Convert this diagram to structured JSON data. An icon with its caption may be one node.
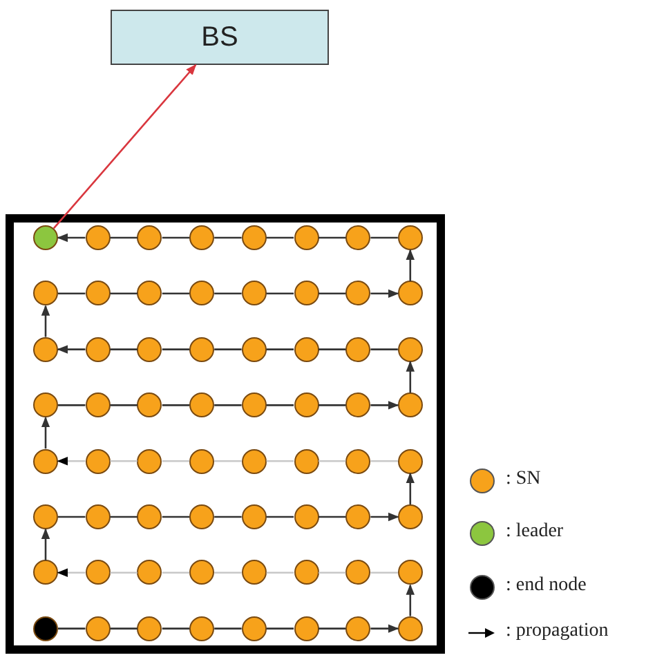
{
  "diagram": {
    "nodes": [
      {
        "text": [
          "BS"
        ]
      },
      {
        "text": [],
        "shape": "box"
      },
      {
        "text": [],
        "shape": "circle",
        "in": 1
      },
      {
        "text": [],
        "shape": "circle",
        "in": 1
      },
      {
        "text": [],
        "shape": "circle",
        "in": 1
      },
      {
        "text": [],
        "shape": "circle",
        "in": 1
      },
      {
        "text": [],
        "shape": "circle",
        "in": 1
      },
      {
        "text": [],
        "shape": "circle",
        "in": 1
      },
      {
        "text": [],
        "shape": "circle",
        "in": 1
      },
      {
        "text": [],
        "shape": "circle",
        "in": 1
      },
      {
        "text": [],
        "shape": "circle",
        "in": 1
      },
      {
        "text": [],
        "shape": "circle",
        "in": 1
      },
      {
        "text": [],
        "shape": "circle",
        "in": 1
      },
      {
        "text": [],
        "shape": "circle",
        "in": 1
      },
      {
        "text": [],
        "shape": "circle",
        "in": 1
      },
      {
        "text": [],
        "shape": "circle",
        "in": 1
      },
      {
        "text": [],
        "shape": "circle",
        "in": 1
      },
      {
        "text": [],
        "shape": "circle",
        "in": 1
      },
      {
        "text": [],
        "shape": "circle",
        "in": 1
      },
      {
        "text": [],
        "shape": "circle",
        "in": 1
      },
      {
        "text": [],
        "shape": "circle",
        "in": 1
      },
      {
        "text": [],
        "shape": "circle",
        "in": 1
      },
      {
        "text": [],
        "shape": "circle",
        "in": 1
      },
      {
        "text": [],
        "shape": "circle",
        "in": 1
      },
      {
        "text": [],
        "shape": "circle",
        "in": 1
      },
      {
        "text": [],
        "shape": "circle",
        "in": 1
      },
      {
        "text": [],
        "shape": "circle",
        "in": 1
      },
      {
        "text": [],
        "shape": "circle",
        "in": 1
      },
      {
        "text": [],
        "shape": "circle",
        "in": 1
      },
      {
        "text": [],
        "shape": "circle",
        "in": 1
      },
      {
        "text": [],
        "shape": "circle",
        "in": 1
      },
      {
        "text": [],
        "shape": "circle",
        "in": 1
      },
      {
        "text": [],
        "shape": "circle",
        "in": 1
      },
      {
        "text": [],
        "shape": "circle",
        "in": 1
      },
      {
        "text": [],
        "shape": "circle",
        "in": 1
      },
      {
        "text": [],
        "shape": "circle",
        "in": 1
      },
      {
        "text": [],
        "shape": "circle",
        "in": 1
      },
      {
        "text": [],
        "shape": "circle",
        "in": 1
      },
      {
        "text": [],
        "shape": "circle",
        "in": 1
      },
      {
        "text": [],
        "shape": "circle",
        "in": 1
      },
      {
        "text": [],
        "shape": "circle",
        "in": 1
      },
      {
        "text": [],
        "shape": "circle",
        "in": 1
      },
      {
        "text": [],
        "shape": "circle",
        "in": 1
      },
      {
        "text": [],
        "shape": "circle",
        "in": 1
      },
      {
        "text": [],
        "shape": "circle",
        "in": 1
      },
      {
        "text": [],
        "shape": "circle",
        "in": 1
      },
      {
        "text": [],
        "shape": "circle",
        "in": 1
      },
      {
        "text": [],
        "shape": "circle",
        "in": 1
      },
      {
        "text": [],
        "shape": "circle",
        "in": 1
      },
      {
        "text": [],
        "shape": "circle",
        "in": 1
      },
      {
        "text": [],
        "shape": "circle",
        "in": 1
      },
      {
        "text": [],
        "shape": "circle",
        "in": 1
      },
      {
        "text": [],
        "shape": "circle",
        "in": 1
      },
      {
        "text": [],
        "shape": "circle",
        "in": 1
      },
      {
        "text": [],
        "shape": "circle",
        "in": 1
      },
      {
        "text": [],
        "shape": "circle",
        "in": 1
      },
      {
        "text": [],
        "shape": "circle",
        "in": 1
      },
      {
        "text": [],
        "shape": "circle",
        "in": 1
      },
      {
        "text": [],
        "shape": "circle",
        "in": 1
      },
      {
        "text": [],
        "shape": "circle",
        "in": 1
      },
      {
        "text": [],
        "shape": "circle",
        "in": 1
      },
      {
        "text": [],
        "shape": "circle",
        "in": 1
      },
      {
        "text": [],
        "shape": "circle",
        "in": 1
      },
      {
        "text": [],
        "shape": "circle",
        "in": 1
      },
      {
        "text": [],
        "shape": "circle",
        "in": 1
      },
      {
        "text": [],
        "shape": "circle",
        "in": 1
      }
    ],
    "edges": [
      {
        "from": 58,
        "to": 59,
        "arrow": "none"
      },
      {
        "from": 59,
        "to": 60,
        "arrow": "none"
      },
      {
        "from": 60,
        "to": 61,
        "arrow": "none"
      },
      {
        "from": 61,
        "to": 62,
        "arrow": "none"
      },
      {
        "from": 62,
        "to": 63,
        "arrow": "none"
      },
      {
        "from": 63,
        "to": 64,
        "arrow": "none"
      },
      {
        "from": 64,
        "to": 65,
        "arrow": "to"
      },
      {
        "from": 65,
        "to": 57,
        "arrow": "to"
      },
      {
        "from": 57,
        "to": 56,
        "arrow": "none",
        "color": "#c8c8c8"
      },
      {
        "from": 56,
        "to": 55,
        "arrow": "none",
        "color": "#c8c8c8"
      },
      {
        "from": 55,
        "to": 54,
        "arrow": "none",
        "color": "#c8c8c8"
      },
      {
        "from": 54,
        "to": 53,
        "arrow": "none",
        "color": "#c8c8c8"
      },
      {
        "from": 53,
        "to": 52,
        "arrow": "none",
        "color": "#c8c8c8"
      },
      {
        "from": 52,
        "to": 51,
        "arrow": "none",
        "color": "#c8c8c8"
      },
      {
        "from": 51,
        "to": 50,
        "arrow": "to",
        "color": "#c8c8c8"
      },
      {
        "from": 50,
        "to": 42,
        "arrow": "to"
      },
      {
        "from": 42,
        "to": 43,
        "arrow": "none"
      },
      {
        "from": 43,
        "to": 44,
        "arrow": "none"
      },
      {
        "from": 44,
        "to": 45,
        "arrow": "none"
      },
      {
        "from": 45,
        "to": 46,
        "arrow": "none"
      },
      {
        "from": 46,
        "to": 47,
        "arrow": "none"
      },
      {
        "from": 47,
        "to": 48,
        "arrow": "none"
      },
      {
        "from": 48,
        "to": 49,
        "arrow": "to"
      },
      {
        "from": 49,
        "to": 41,
        "arrow": "to"
      },
      {
        "from": 41,
        "to": 40,
        "arrow": "none",
        "color": "#c8c8c8"
      },
      {
        "from": 40,
        "to": 39,
        "arrow": "none",
        "color": "#c8c8c8"
      },
      {
        "from": 39,
        "to": 38,
        "arrow": "none",
        "color": "#c8c8c8"
      },
      {
        "from": 38,
        "to": 37,
        "arrow": "none",
        "color": "#c8c8c8"
      },
      {
        "from": 37,
        "to": 36,
        "arrow": "none",
        "color": "#c8c8c8"
      },
      {
        "from": 36,
        "to": 35,
        "arrow": "none",
        "color": "#c8c8c8"
      },
      {
        "from": 35,
        "to": 34,
        "arrow": "to",
        "color": "#c8c8c8"
      },
      {
        "from": 34,
        "to": 26,
        "arrow": "to"
      },
      {
        "from": 26,
        "to": 27,
        "arrow": "none"
      },
      {
        "from": 27,
        "to": 28,
        "arrow": "none"
      },
      {
        "from": 28,
        "to": 29,
        "arrow": "none"
      },
      {
        "from": 29,
        "to": 30,
        "arrow": "none"
      },
      {
        "from": 30,
        "to": 31,
        "arrow": "none"
      },
      {
        "from": 31,
        "to": 32,
        "arrow": "none"
      },
      {
        "from": 32,
        "to": 33,
        "arrow": "to"
      },
      {
        "from": 33,
        "to": 25,
        "arrow": "to"
      },
      {
        "from": 25,
        "to": 24,
        "arrow": "none"
      },
      {
        "from": 24,
        "to": 23,
        "arrow": "none"
      },
      {
        "from": 23,
        "to": 22,
        "arrow": "none"
      },
      {
        "from": 22,
        "to": 21,
        "arrow": "none"
      },
      {
        "from": 21,
        "to": 20,
        "arrow": "none"
      },
      {
        "from": 20,
        "to": 19,
        "arrow": "none"
      },
      {
        "from": 19,
        "to": 18,
        "arrow": "to"
      },
      {
        "from": 18,
        "to": 10,
        "arrow": "to"
      },
      {
        "from": 10,
        "to": 11,
        "arrow": "none"
      },
      {
        "from": 11,
        "to": 12,
        "arrow": "none"
      },
      {
        "from": 12,
        "to": 13,
        "arrow": "none"
      },
      {
        "from": 13,
        "to": 14,
        "arrow": "none"
      },
      {
        "from": 14,
        "to": 15,
        "arrow": "none"
      },
      {
        "from": 15,
        "to": 16,
        "arrow": "none"
      },
      {
        "from": 16,
        "to": 17,
        "arrow": "to"
      },
      {
        "from": 17,
        "to": 9,
        "arrow": "to"
      },
      {
        "from": 9,
        "to": 8,
        "arrow": "none"
      },
      {
        "from": 8,
        "to": 7,
        "arrow": "none"
      },
      {
        "from": 7,
        "to": 6,
        "arrow": "none"
      },
      {
        "from": 6,
        "to": 5,
        "arrow": "none"
      },
      {
        "from": 5,
        "to": 4,
        "arrow": "none"
      },
      {
        "from": 4,
        "to": 3,
        "arrow": "none"
      },
      {
        "from": 3,
        "to": 2,
        "arrow": "to"
      },
      {
        "from": 2,
        "to": 0,
        "arrow": "to",
        "color": "#d9363e"
      }
    ],
    "legend": [
      {
        "text": ": SN",
        "color": "#f7a21b"
      },
      {
        "text": ": leader",
        "color": "#8cc63f"
      },
      {
        "text": ": end node",
        "color": "#000000"
      },
      {
        "text": ": propagation"
      }
    ]
  }
}
